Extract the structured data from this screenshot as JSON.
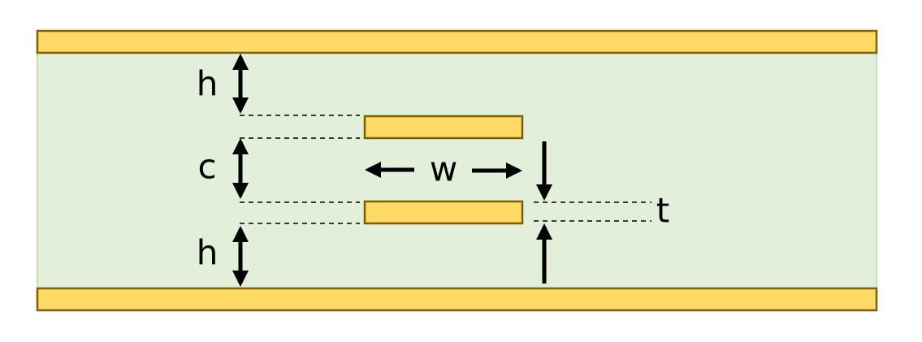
{
  "colors": {
    "background": "#ffffff",
    "dielectric_fill": "#e2efda",
    "dielectric_stroke": "#c5e0b4",
    "conductor_fill": "#ffd966",
    "conductor_stroke": "#7f6000",
    "annotation": "#000000"
  },
  "labels": {
    "h_top": "h",
    "c": "c",
    "w": "w",
    "t": "t",
    "h_bottom": "h"
  },
  "icons": {
    "dimension_arrow": "double-headed-arrow",
    "pointer_arrow": "single-arrow"
  }
}
